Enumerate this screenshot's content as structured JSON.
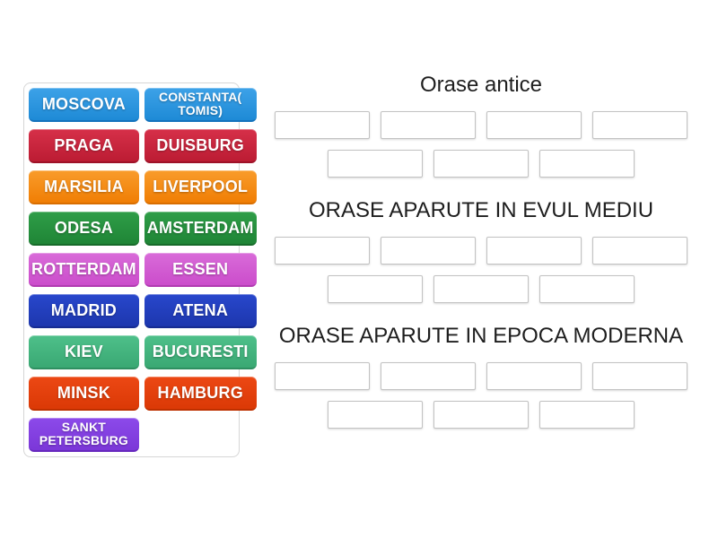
{
  "activity": {
    "type_label": "group-sort",
    "background_color": "#ffffff"
  },
  "palette": {
    "blue": {
      "top": "#3DA2E8",
      "bottom": "#1E8AD6",
      "edge": "#1573BC"
    },
    "crimson": {
      "top": "#D63049",
      "bottom": "#BC1C33",
      "edge": "#9E1228"
    },
    "orange": {
      "top": "#F99C2B",
      "bottom": "#F07E04",
      "edge": "#D86E00"
    },
    "green": {
      "top": "#2F9E48",
      "bottom": "#1F8536",
      "edge": "#176B2A"
    },
    "orchid": {
      "top": "#D96BD9",
      "bottom": "#CB4DCB",
      "edge": "#B13CB1"
    },
    "royalblue": {
      "top": "#2847CC",
      "bottom": "#1D37AE",
      "edge": "#162C92"
    },
    "seagreen": {
      "top": "#4EC08A",
      "bottom": "#3AA873",
      "edge": "#2E8F60"
    },
    "orangered": {
      "top": "#EC4814",
      "bottom": "#DB3906",
      "edge": "#BE3000"
    },
    "purple": {
      "top": "#8C4AEA",
      "bottom": "#7B37D8",
      "edge": "#6729BE"
    }
  },
  "tile_panel": {
    "tiles": [
      {
        "label": "MOSCOVA",
        "color": "blue",
        "small": false
      },
      {
        "label": "CONSTANTA( TOMIS)",
        "color": "blue",
        "small": true
      },
      {
        "label": "PRAGA",
        "color": "crimson",
        "small": false
      },
      {
        "label": "DUISBURG",
        "color": "crimson",
        "small": false
      },
      {
        "label": "MARSILIA",
        "color": "orange",
        "small": false
      },
      {
        "label": "LIVERPOOL",
        "color": "orange",
        "small": false
      },
      {
        "label": "ODESA",
        "color": "green",
        "small": false
      },
      {
        "label": "AMSTERDAM",
        "color": "green",
        "small": false
      },
      {
        "label": "ROTTERDAM",
        "color": "orchid",
        "small": false
      },
      {
        "label": "ESSEN",
        "color": "orchid",
        "small": false
      },
      {
        "label": "MADRID",
        "color": "royalblue",
        "small": false
      },
      {
        "label": "ATENA",
        "color": "royalblue",
        "small": false
      },
      {
        "label": "KIEV",
        "color": "seagreen",
        "small": false
      },
      {
        "label": "BUCURESTI",
        "color": "seagreen",
        "small": false
      },
      {
        "label": "MINSK",
        "color": "orangered",
        "small": false
      },
      {
        "label": "HAMBURG",
        "color": "orangered",
        "small": false
      },
      {
        "label": "SANKT PETERSBURG",
        "color": "purple",
        "small": true
      }
    ]
  },
  "groups": [
    {
      "title": "Orase antice",
      "slot_rows": [
        4,
        3
      ]
    },
    {
      "title": "ORASE APARUTE IN EVUL MEDIU",
      "slot_rows": [
        4,
        3
      ]
    },
    {
      "title": "ORASE APARUTE IN EPOCA MODERNA",
      "slot_rows": [
        4,
        3
      ]
    }
  ]
}
